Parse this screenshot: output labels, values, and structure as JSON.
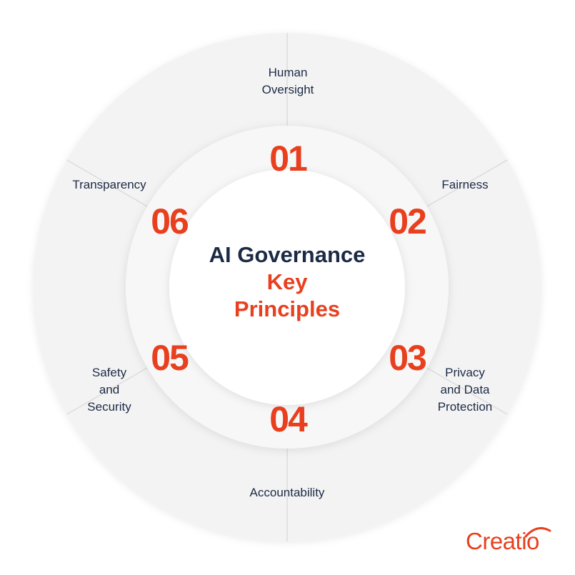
{
  "colors": {
    "accent": "#e8401f",
    "navy": "#1c2b45",
    "ring_bg": "#f2f2f2",
    "divider": "#dcdcdc"
  },
  "center": {
    "line1": "AI Governance",
    "line2": "Key",
    "line3": "Principles"
  },
  "principles": [
    {
      "number": "01",
      "label": "Human\nOversight"
    },
    {
      "number": "02",
      "label": "Fairness"
    },
    {
      "number": "03",
      "label": "Privacy\nand Data\nProtection"
    },
    {
      "number": "04",
      "label": "Accountability"
    },
    {
      "number": "05",
      "label": "Safety\nand\nSecurity"
    },
    {
      "number": "06",
      "label": "Transparency"
    }
  ],
  "logo": {
    "text": "Creatio"
  }
}
